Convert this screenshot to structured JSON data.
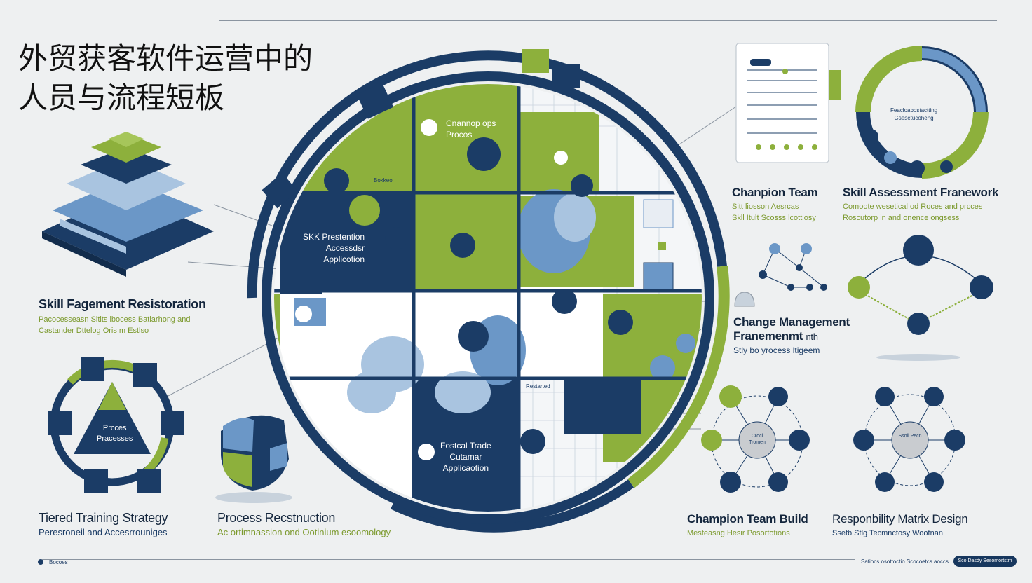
{
  "title": {
    "line1": "外贸获客软件运营中的",
    "line2": "人员与流程短板"
  },
  "puzzle": {
    "top_label_line1": "Cnannop ops",
    "top_label_line2": "Procos",
    "left_label_line1": "SKK Prestention",
    "left_label_line2": "Accessdsr",
    "left_label_line3": "Applicotion",
    "bottom_label_line1": "Fostcal Trade",
    "bottom_label_line2": "Cutamar",
    "bottom_label_line3": "Applicaotion",
    "small_tag_1": "Bokkeo",
    "small_tag_2": "Restarted"
  },
  "left_top": {
    "label": "Skill Fagement Resistoration",
    "sub1": "Pacocesseasn Sitits lbocess Batlarhong and",
    "sub2": "Castander Dttelog Oris m Estlso"
  },
  "triangle_ring": {
    "inner1": "Prcces",
    "inner2": "Pracesses"
  },
  "tiered": {
    "label": "Tiered Training Strategy",
    "sub": "Peresroneil and Accesrrouniges"
  },
  "process": {
    "label": "Process Recstnuction",
    "sub": "Ac ortimnassion ond Ootinium esoomology"
  },
  "champion_team": {
    "label": "Chanpion Team",
    "sub1": "Sitt liosson Aesrcas",
    "sub2": "Skll Itult Scosss lcottlosy"
  },
  "skill_framework": {
    "label": "Skill Assessment Franework",
    "sub1": "Comoote wesetical od Roces and prcces",
    "sub2": "Roscutorp in and onence ongsess",
    "ring_text1": "Feacloabostactting",
    "ring_text2": "Gsesetucoheng"
  },
  "change_mgmt": {
    "label1": "Change Management",
    "label2": "Franemenmt",
    "label2_suffix": "nth",
    "sub": "Stly bo yrocess ltigeem"
  },
  "champion_build": {
    "label": "Champion Team Build",
    "sub": "Mesfeasng Hesir Posortotions",
    "center": "Crocl Tromen"
  },
  "responsibility": {
    "label": "Responbility Matrix Design",
    "sub": "Ssetb Stlg Tecmnctosy Wootnan",
    "center": "Ssoil Pecn"
  },
  "footer": {
    "left": "Bocoes",
    "right": "Satiocs osottoctio Scocoetcs aoccs",
    "pill": "Sco Dasdy Sesomortstm"
  },
  "colors": {
    "navy": "#1b3c66",
    "green": "#8db03c",
    "blue": "#6b97c7",
    "light_blue": "#a9c4e0"
  }
}
